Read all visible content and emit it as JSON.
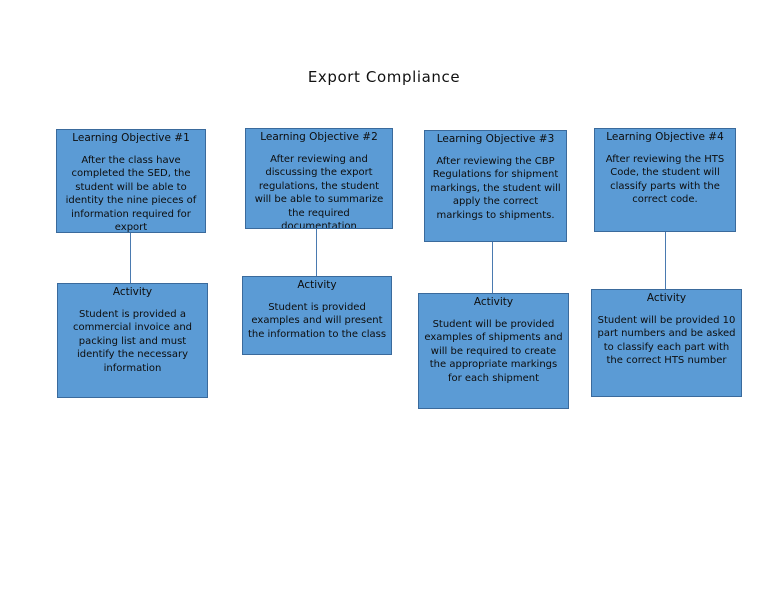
{
  "title": "Export Compliance",
  "objectives": [
    {
      "heading": "Learning Objective #1",
      "text": "After the class have completed the SED, the student will be able to identity the nine pieces of information required for export"
    },
    {
      "heading": "Learning Objective #2",
      "text": "After reviewing and discussing the export regulations, the student will be able to summarize the required documentation"
    },
    {
      "heading": "Learning Objective #3",
      "text": "After reviewing the CBP Regulations for shipment markings, the student will apply the correct markings to shipments."
    },
    {
      "heading": "Learning Objective #4",
      "text": "After reviewing the HTS Code, the student will classify parts with the correct code."
    }
  ],
  "activities": [
    {
      "heading": "Activity",
      "text": "Student is provided a commercial invoice and packing list and must identify the necessary information"
    },
    {
      "heading": "Activity",
      "text": "Student is provided examples and will present the information to the class"
    },
    {
      "heading": "Activity",
      "text": "Student will be provided examples of shipments and will be required to create the appropriate markings for each shipment"
    },
    {
      "heading": "Activity",
      "text": "Student will be provided 10 part numbers and be asked to classify each part with the correct HTS number"
    }
  ]
}
